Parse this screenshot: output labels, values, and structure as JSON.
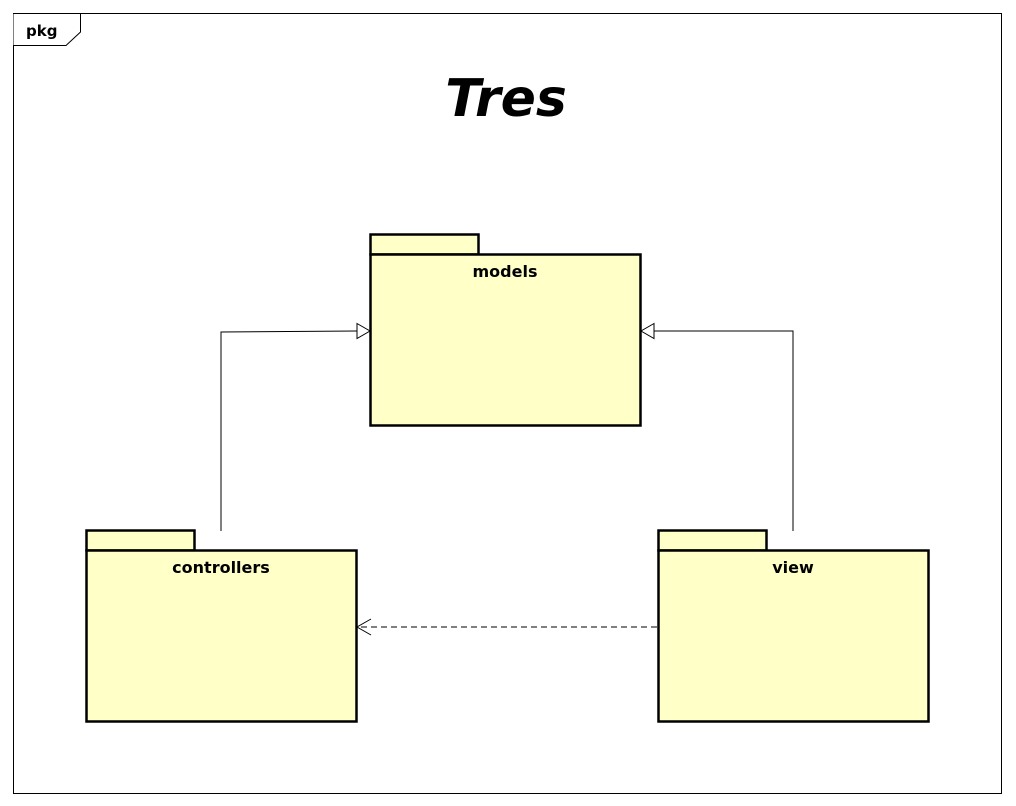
{
  "frame": {
    "kind_label": "pkg",
    "title": "Tres"
  },
  "colors": {
    "package_fill": "#ffffc8",
    "stroke": "#000000",
    "background": "#ffffff"
  },
  "packages": [
    {
      "id": "models",
      "label": "models"
    },
    {
      "id": "controllers",
      "label": "controllers"
    },
    {
      "id": "view",
      "label": "view"
    }
  ],
  "relations": [
    {
      "type": "generalization",
      "from": "controllers",
      "to": "models"
    },
    {
      "type": "generalization",
      "from": "view",
      "to": "models"
    },
    {
      "type": "dependency",
      "from": "view",
      "to": "controllers"
    }
  ]
}
